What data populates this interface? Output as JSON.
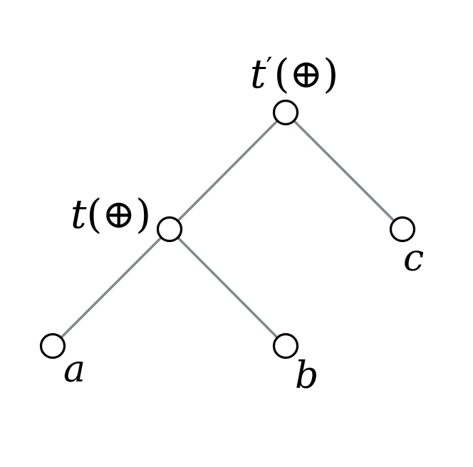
{
  "tree": {
    "nodes": [
      {
        "id": "root",
        "label_name": "t",
        "label_prime": "′",
        "label_open": "(",
        "label_op": "⊕",
        "label_close": ")"
      },
      {
        "id": "inner",
        "label_name": "t",
        "label_prime": "",
        "label_open": "(",
        "label_op": "⊕",
        "label_close": ")"
      },
      {
        "id": "leaf-a",
        "label": "a"
      },
      {
        "id": "leaf-b",
        "label": "b"
      },
      {
        "id": "leaf-c",
        "label": "c"
      }
    ],
    "edges": [
      {
        "from": "root",
        "to": "inner"
      },
      {
        "from": "root",
        "to": "leaf-c"
      },
      {
        "from": "inner",
        "to": "leaf-a"
      },
      {
        "from": "inner",
        "to": "leaf-b"
      }
    ],
    "colors": {
      "edge": "#808a89",
      "node_stroke": "#000000",
      "node_fill": "#ffffff"
    }
  }
}
